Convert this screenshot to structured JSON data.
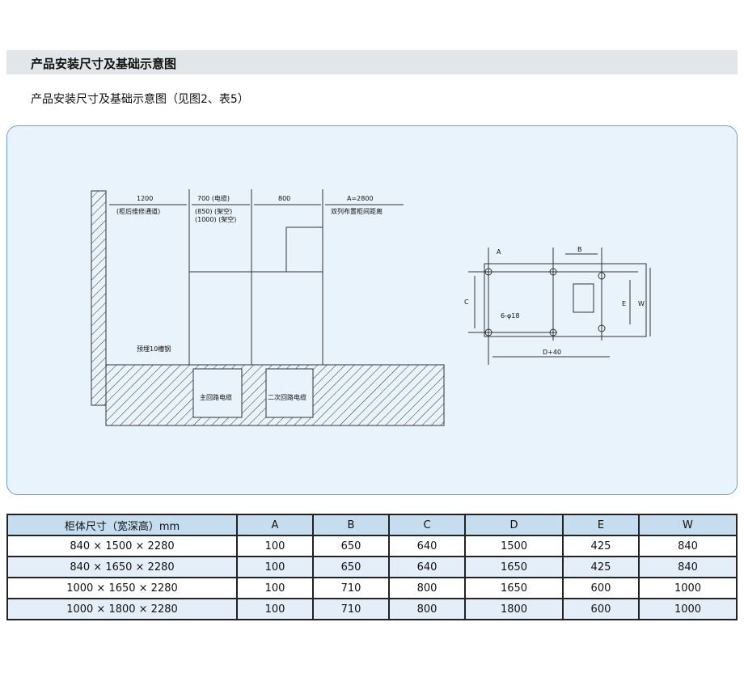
{
  "section_title": "产品安装尺寸及基础示意图",
  "subtitle": "产品安装尺寸及基础示意图（见图2、表5）",
  "diagram": {
    "dim1": "1200",
    "dim1_note": "(柜后维修通道)",
    "dim2": "700 (电缆)",
    "dim2_note1": "(850) (架空)",
    "dim2_note2": "(1000) (架空)",
    "dim3": "800",
    "dim4": "A=2800",
    "dim4_note": "双列布置柜间距离",
    "channel": "预埋10槽钢",
    "cable1": "主回路电缆",
    "cable2": "二次回路电缆",
    "plan": {
      "A": "A",
      "B": "B",
      "C": "C",
      "E": "E",
      "W": "W",
      "holes": "6-φ18",
      "D": "D+40"
    }
  },
  "table": {
    "headers": [
      "柜体尺寸（宽深高）mm",
      "A",
      "B",
      "C",
      "D",
      "E",
      "W"
    ],
    "rows": [
      [
        "840 × 1500 × 2280",
        "100",
        "650",
        "640",
        "1500",
        "425",
        "840"
      ],
      [
        "840 × 1650 × 2280",
        "100",
        "650",
        "640",
        "1650",
        "425",
        "840"
      ],
      [
        "1000 × 1650 × 2280",
        "100",
        "710",
        "800",
        "1650",
        "600",
        "1000"
      ],
      [
        "1000 × 1800 × 2280",
        "100",
        "710",
        "800",
        "1800",
        "600",
        "1000"
      ]
    ]
  }
}
